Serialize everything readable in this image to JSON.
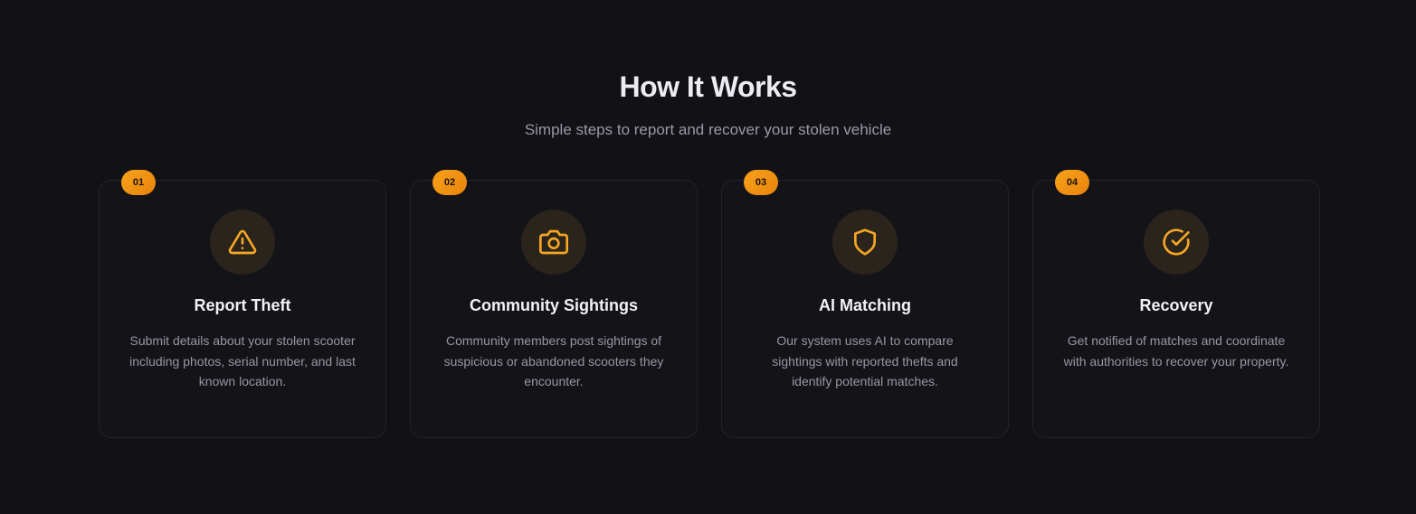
{
  "section": {
    "title": "How It Works",
    "subtitle": "Simple steps to report and recover your stolen vehicle"
  },
  "accent_color": "#f5a623",
  "steps": [
    {
      "number": "01",
      "icon": "warning-triangle-icon",
      "title": "Report Theft",
      "description": "Submit details about your stolen scooter including photos, serial number, and last known location."
    },
    {
      "number": "02",
      "icon": "camera-icon",
      "title": "Community Sightings",
      "description": "Community members post sightings of suspicious or abandoned scooters they encounter."
    },
    {
      "number": "03",
      "icon": "shield-icon",
      "title": "AI Matching",
      "description": "Our system uses AI to compare sightings with reported thefts and identify potential matches."
    },
    {
      "number": "04",
      "icon": "check-circle-icon",
      "title": "Recovery",
      "description": "Get notified of matches and coordinate with authorities to recover your property."
    }
  ]
}
